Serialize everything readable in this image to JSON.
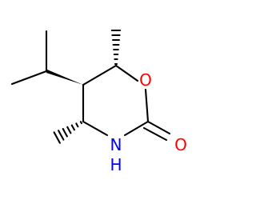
{
  "molecule": {
    "atoms": {
      "ring_oxygen": "O",
      "carbonyl_oxygen": "O",
      "ring_nitrogen": "N",
      "nitrogen_hydrogen": "H"
    }
  },
  "colors": {
    "oxygen": "#ff0000",
    "nitrogen": "#0000ff",
    "bond": "#000000",
    "background": "#ffffff"
  }
}
